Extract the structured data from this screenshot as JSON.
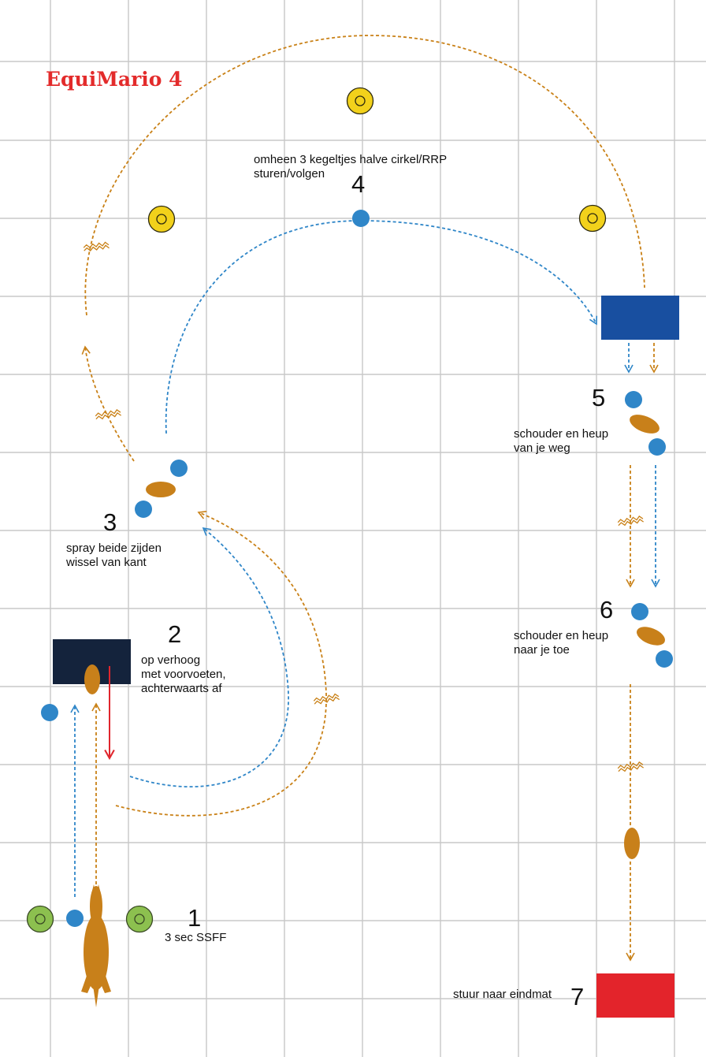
{
  "title": "EquiMario 4",
  "stations": {
    "s1": {
      "number": "1",
      "lines": [
        "3 sec SSFF"
      ]
    },
    "s2": {
      "number": "2",
      "lines": [
        "op verhoog",
        "met voorvoeten,",
        "achterwaarts af"
      ]
    },
    "s3": {
      "number": "3",
      "lines": [
        "spray beide zijden",
        "wissel van kant"
      ]
    },
    "s4": {
      "number": "4",
      "lines": [
        "omheen 3 kegeltjes halve cirkel/RRP",
        "sturen/volgen"
      ]
    },
    "s5": {
      "number": "5",
      "lines": [
        "schouder en heup",
        "van je weg"
      ]
    },
    "s6": {
      "number": "6",
      "lines": [
        "schouder en heup",
        "naar je toe"
      ]
    },
    "s7": {
      "number": "7",
      "lines": [
        "stuur naar eindmat"
      ]
    }
  },
  "colors": {
    "grid": "#c8c8c8",
    "handler_path": "#2f86c8",
    "horse_path": "#c98117",
    "horse": "#c8801a",
    "handler": "#2f86c8",
    "cone_yellow": "#f2d11b",
    "cone_green": "#8cc04f",
    "platform": "#14233c",
    "blue_mat": "#184fa0",
    "end_mat": "#e3242b",
    "backup_arrow": "#e0262d",
    "title": "#e32b2b"
  },
  "icons": {
    "handler": "blue-dot-handler-icon",
    "horse": "horse-top-view-icon",
    "horse_marker": "orange-oval-horse-icon",
    "cone": "cone-icon",
    "trot_marker": "zigzag-trot-icon"
  }
}
